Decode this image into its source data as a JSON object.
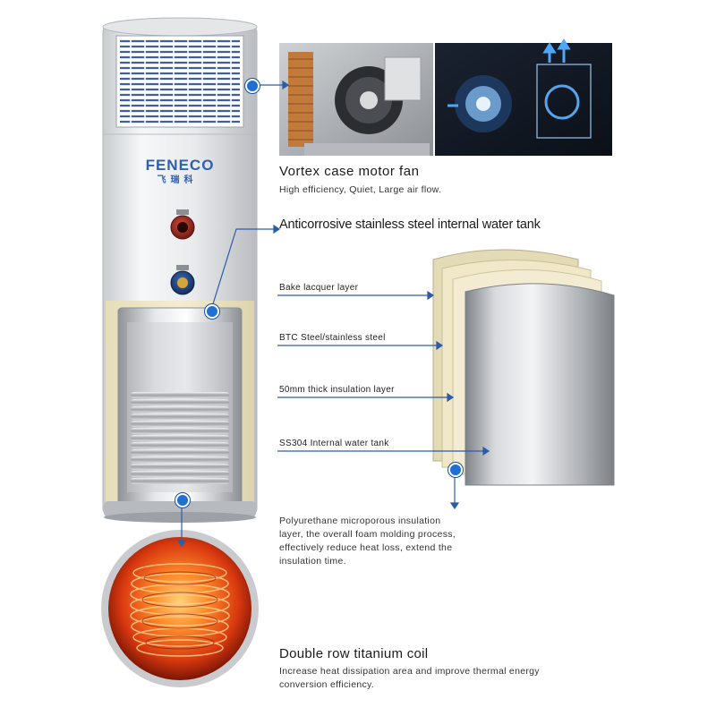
{
  "brand": {
    "logo_text": "FENECO",
    "logo_cn": "飞瑞科"
  },
  "sections": {
    "fan": {
      "title": "Vortex case motor fan",
      "description": "High efficiency, Quiet, Large air flow."
    },
    "tank": {
      "title": "Anticorrosive stainless steel internal water tank"
    },
    "layers": [
      {
        "label": "Bake lacquer layer"
      },
      {
        "label": "BTC Steel/stainless steel"
      },
      {
        "label": "50mm thick insulation layer"
      },
      {
        "label": "SS304 Internal water tank"
      }
    ],
    "insulation_note": {
      "lines": [
        "Polyurethane microporous insulation",
        "layer, the overall foam molding process,",
        "effectively reduce heat loss, extend the",
        "insulation time."
      ]
    },
    "coil": {
      "title": "Double row titanium coil",
      "lines": [
        "Increase heat dissipation area and improve thermal energy",
        "conversion efficiency."
      ]
    }
  },
  "colors": {
    "accent_blue": "#1f6fd6",
    "line_blue": "#2a5da8",
    "cream": "#efe6c4",
    "steel": "#b8bcc0"
  }
}
